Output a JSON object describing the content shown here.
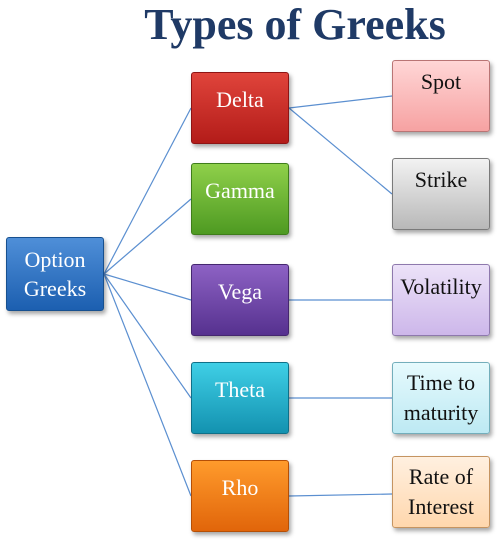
{
  "title": "Types of Greeks",
  "root": {
    "label_line1": "Option",
    "label_line2": "Greeks"
  },
  "greeks": {
    "delta": "Delta",
    "gamma": "Gamma",
    "vega": "Vega",
    "theta": "Theta",
    "rho": "Rho"
  },
  "factors": {
    "spot": "Spot",
    "strike": "Strike",
    "volatility": "Volatility",
    "time_line1": "Time to",
    "time_line2": "maturity",
    "rate_line1": "Rate of",
    "rate_line2": "Interest"
  },
  "colors": {
    "connector": "#5b8fd0",
    "delta": "#c62a24",
    "gamma": "#6ab534",
    "vega": "#6e45a8",
    "theta": "#23b1cf",
    "rho": "#f47d1a"
  }
}
